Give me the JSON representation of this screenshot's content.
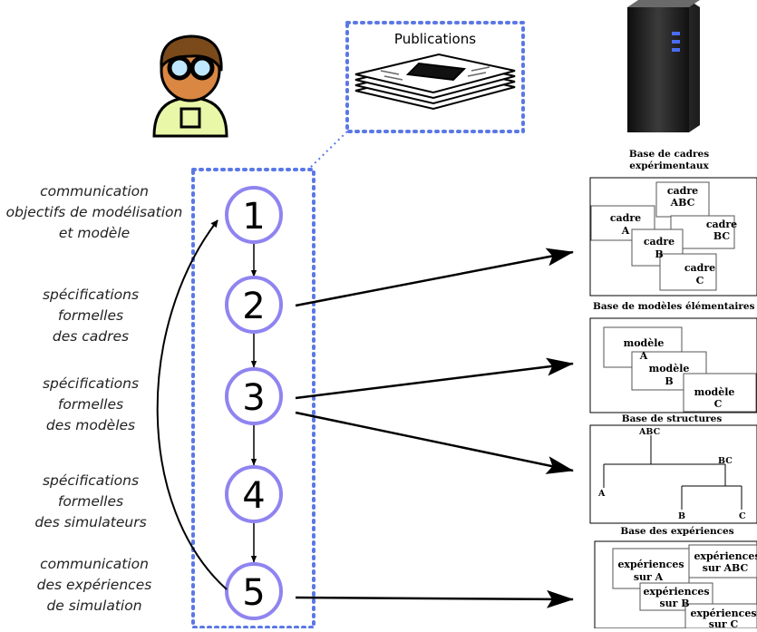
{
  "publications": {
    "label": "Publications"
  },
  "steps": [
    "1",
    "2",
    "3",
    "4",
    "5"
  ],
  "left_labels": [
    "communication\nobjectifs de modélisation\net modèle",
    "spécifications\nformelles\ndes cadres",
    "spécifications\nformelles\ndes modèles",
    "spécifications\nformelles\ndes simulateurs",
    "communication\ndes expériences\nde simulation"
  ],
  "databases": {
    "cadres": {
      "title": [
        "Base de cadres",
        "expérimentaux"
      ],
      "boxes": [
        {
          "lines": [
            "cadre",
            "ABC"
          ]
        },
        {
          "lines": [
            "cadre",
            "A"
          ]
        },
        {
          "lines": [
            "cadre",
            "BC"
          ]
        },
        {
          "lines": [
            "cadre",
            "B"
          ]
        },
        {
          "lines": [
            "cadre",
            "C"
          ]
        }
      ]
    },
    "modeles": {
      "title": "Base de modèles élémentaires",
      "boxes": [
        {
          "lines": [
            "modèle",
            "A"
          ]
        },
        {
          "lines": [
            "modèle",
            "B"
          ]
        },
        {
          "lines": [
            "modèle",
            "C"
          ]
        }
      ]
    },
    "structures": {
      "title": "Base de structures",
      "nodes": [
        "ABC",
        "BC",
        "A",
        "B",
        "C"
      ]
    },
    "experiences": {
      "title": "Base des expériences",
      "boxes": [
        {
          "lines": [
            "expériences",
            "sur A"
          ]
        },
        {
          "lines": [
            "expériences",
            "sur ABC"
          ]
        },
        {
          "lines": [
            "expériences",
            "sur B"
          ]
        },
        {
          "lines": [
            "expériences",
            "sur C"
          ]
        }
      ]
    }
  },
  "colors": {
    "dotted_frame": "#5b78e6",
    "circle_stroke": "#8f84f0",
    "server_led": "#4a6cf0",
    "person_shirt": "#e8f7a8",
    "person_face": "#d98742",
    "person_hair": "#7a4a1a"
  },
  "icons": [
    "person-icon",
    "newspaper-stack-icon",
    "server-tower-icon"
  ]
}
